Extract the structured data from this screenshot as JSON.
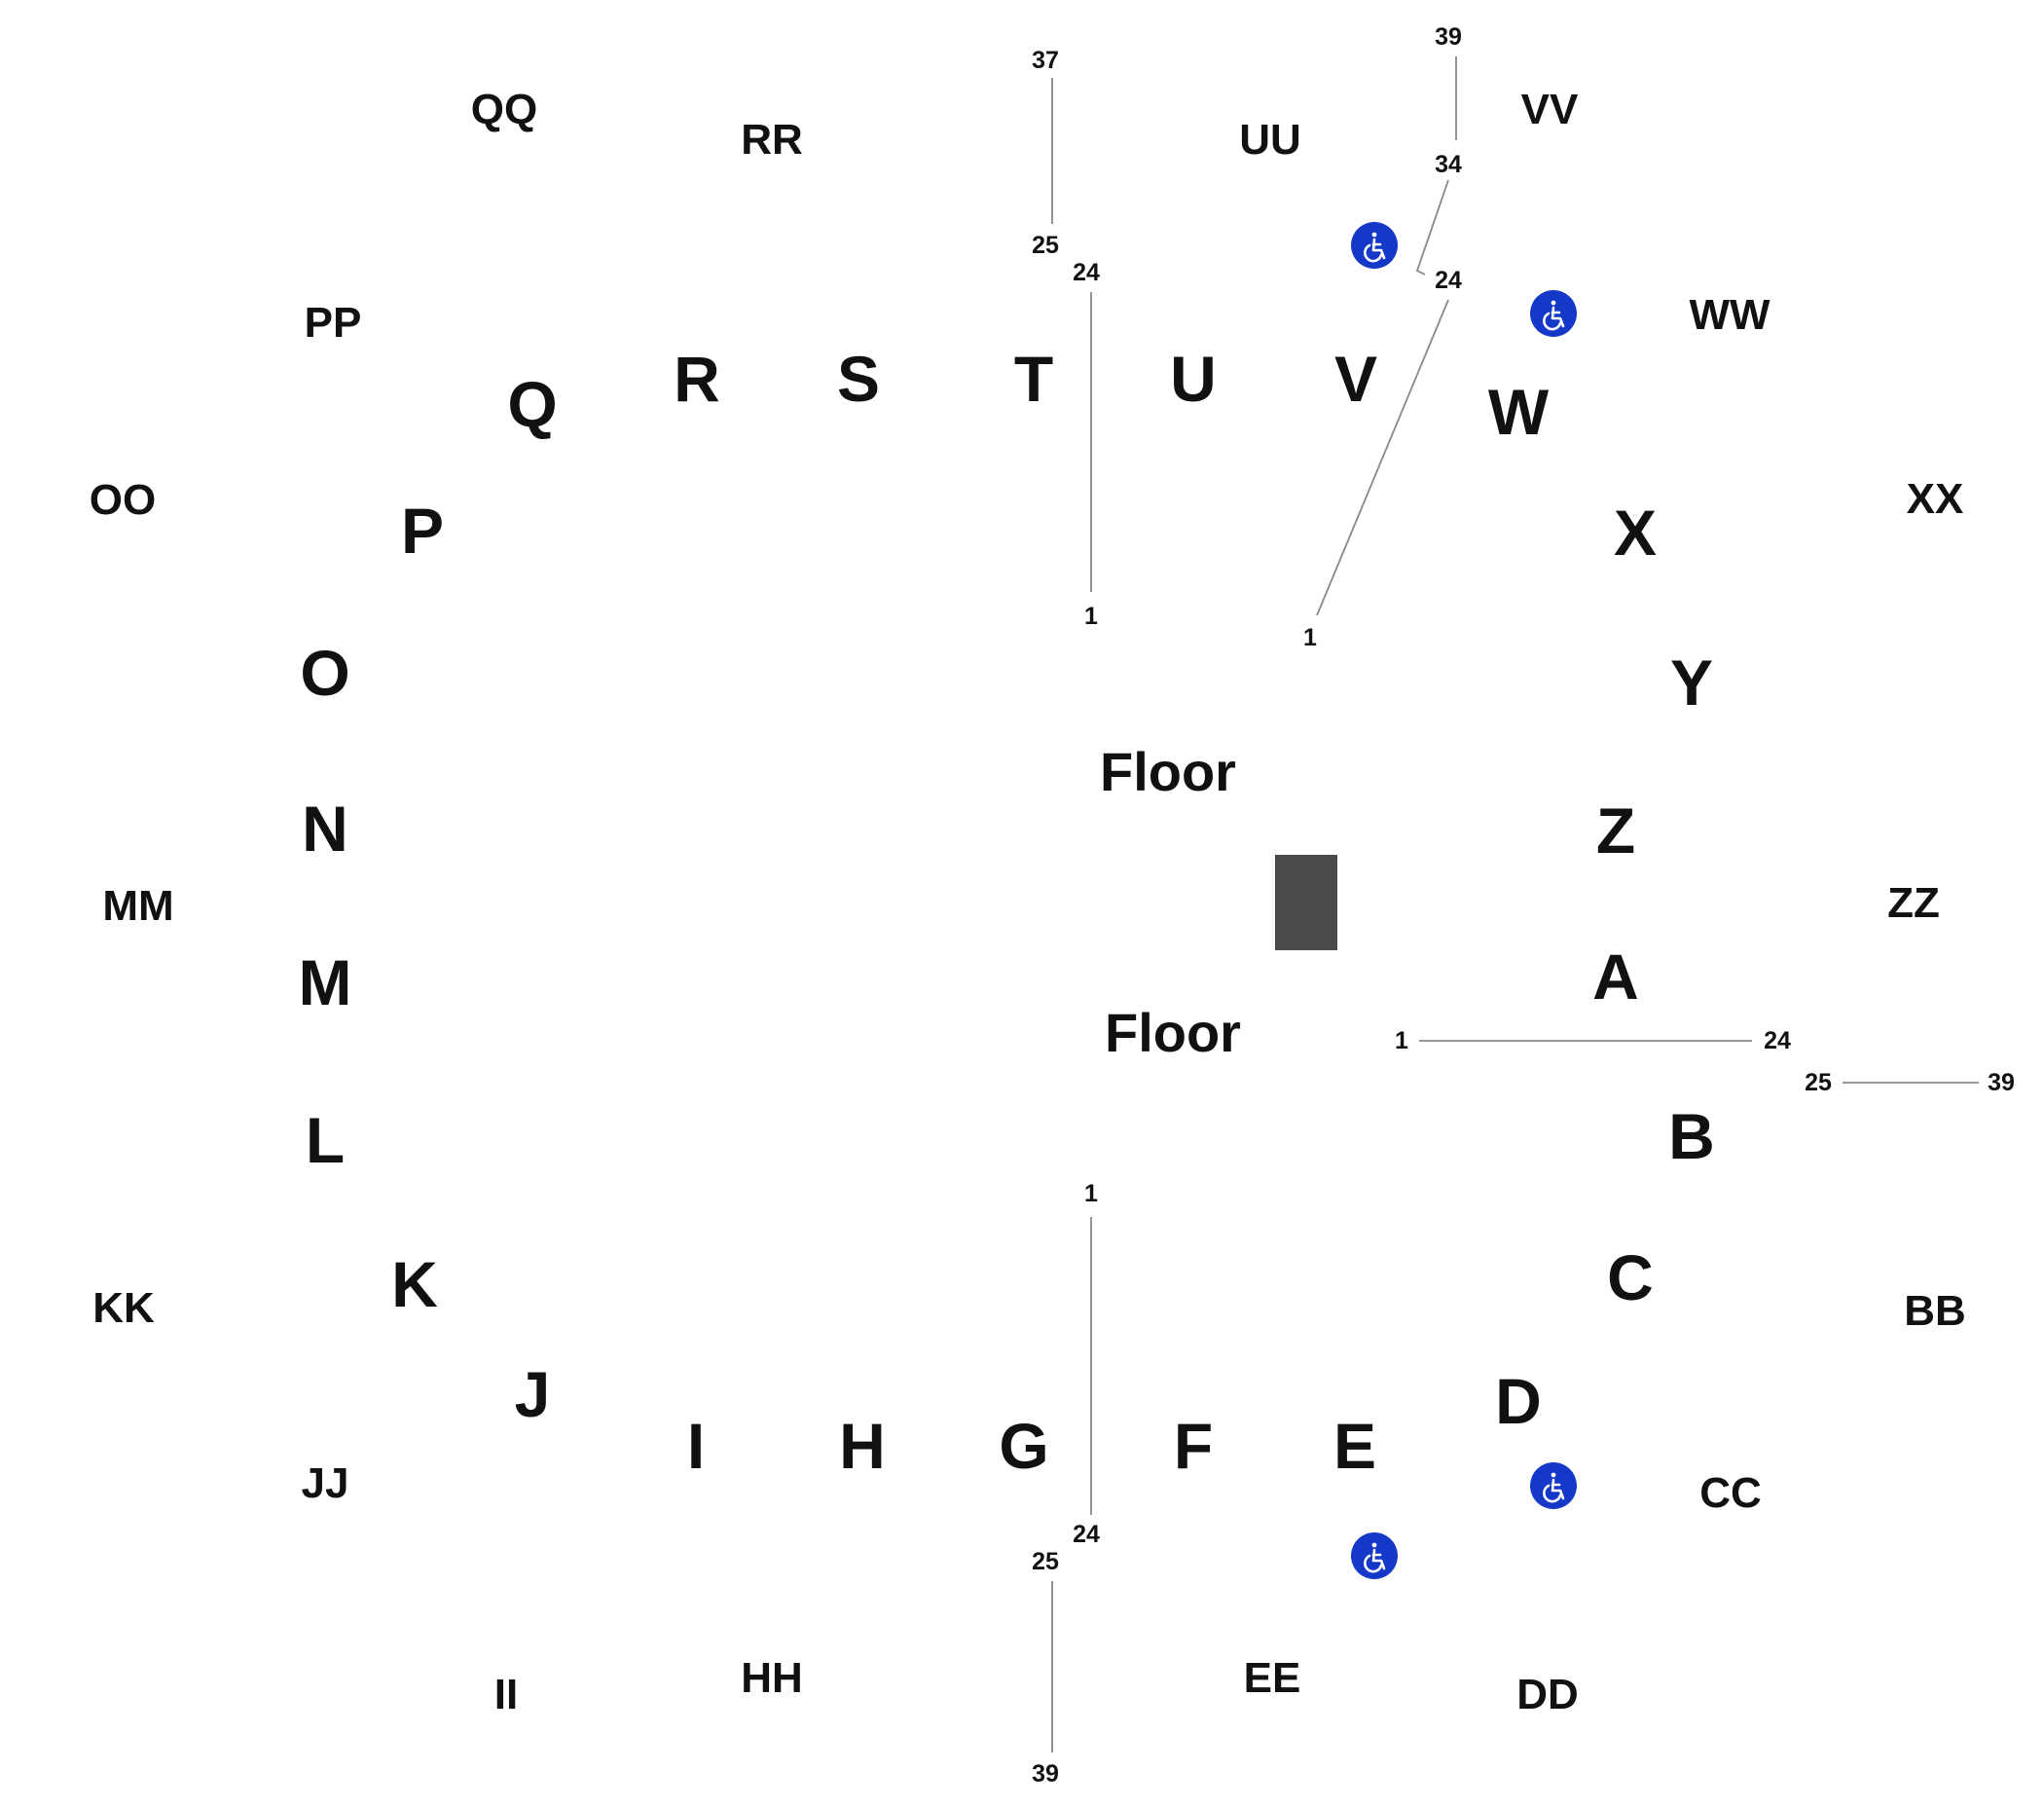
{
  "seating_map": {
    "lower_sections": [
      "A",
      "B",
      "C",
      "D",
      "E",
      "F",
      "G",
      "H",
      "I",
      "J",
      "K",
      "L",
      "M",
      "N",
      "O",
      "P",
      "Q",
      "R",
      "S",
      "T",
      "U",
      "V",
      "W",
      "X",
      "Y",
      "Z"
    ],
    "upper_sections": [
      "BB",
      "CC",
      "DD",
      "EE",
      "HH",
      "II",
      "JJ",
      "KK",
      "MM",
      "OO",
      "PP",
      "QQ",
      "RR",
      "UU",
      "VV",
      "WW",
      "XX",
      "ZZ"
    ],
    "floor_labels": [
      "Floor",
      "Floor"
    ],
    "row_markers": {
      "top_center": [
        "37",
        "25",
        "24",
        "1"
      ],
      "top_right": [
        "39",
        "34",
        "24",
        "1"
      ],
      "right": [
        "1",
        "24",
        "25",
        "39"
      ],
      "bottom_center": [
        "1",
        "24",
        "25",
        "39"
      ]
    },
    "wheelchair_icons": [
      "wheelchair-icon",
      "wheelchair-icon",
      "wheelchair-icon",
      "wheelchair-icon"
    ],
    "colors": {
      "accessible": "#1438c8",
      "stage": "#4a4a4a",
      "text": "#111111",
      "row_line": "#888888"
    }
  }
}
